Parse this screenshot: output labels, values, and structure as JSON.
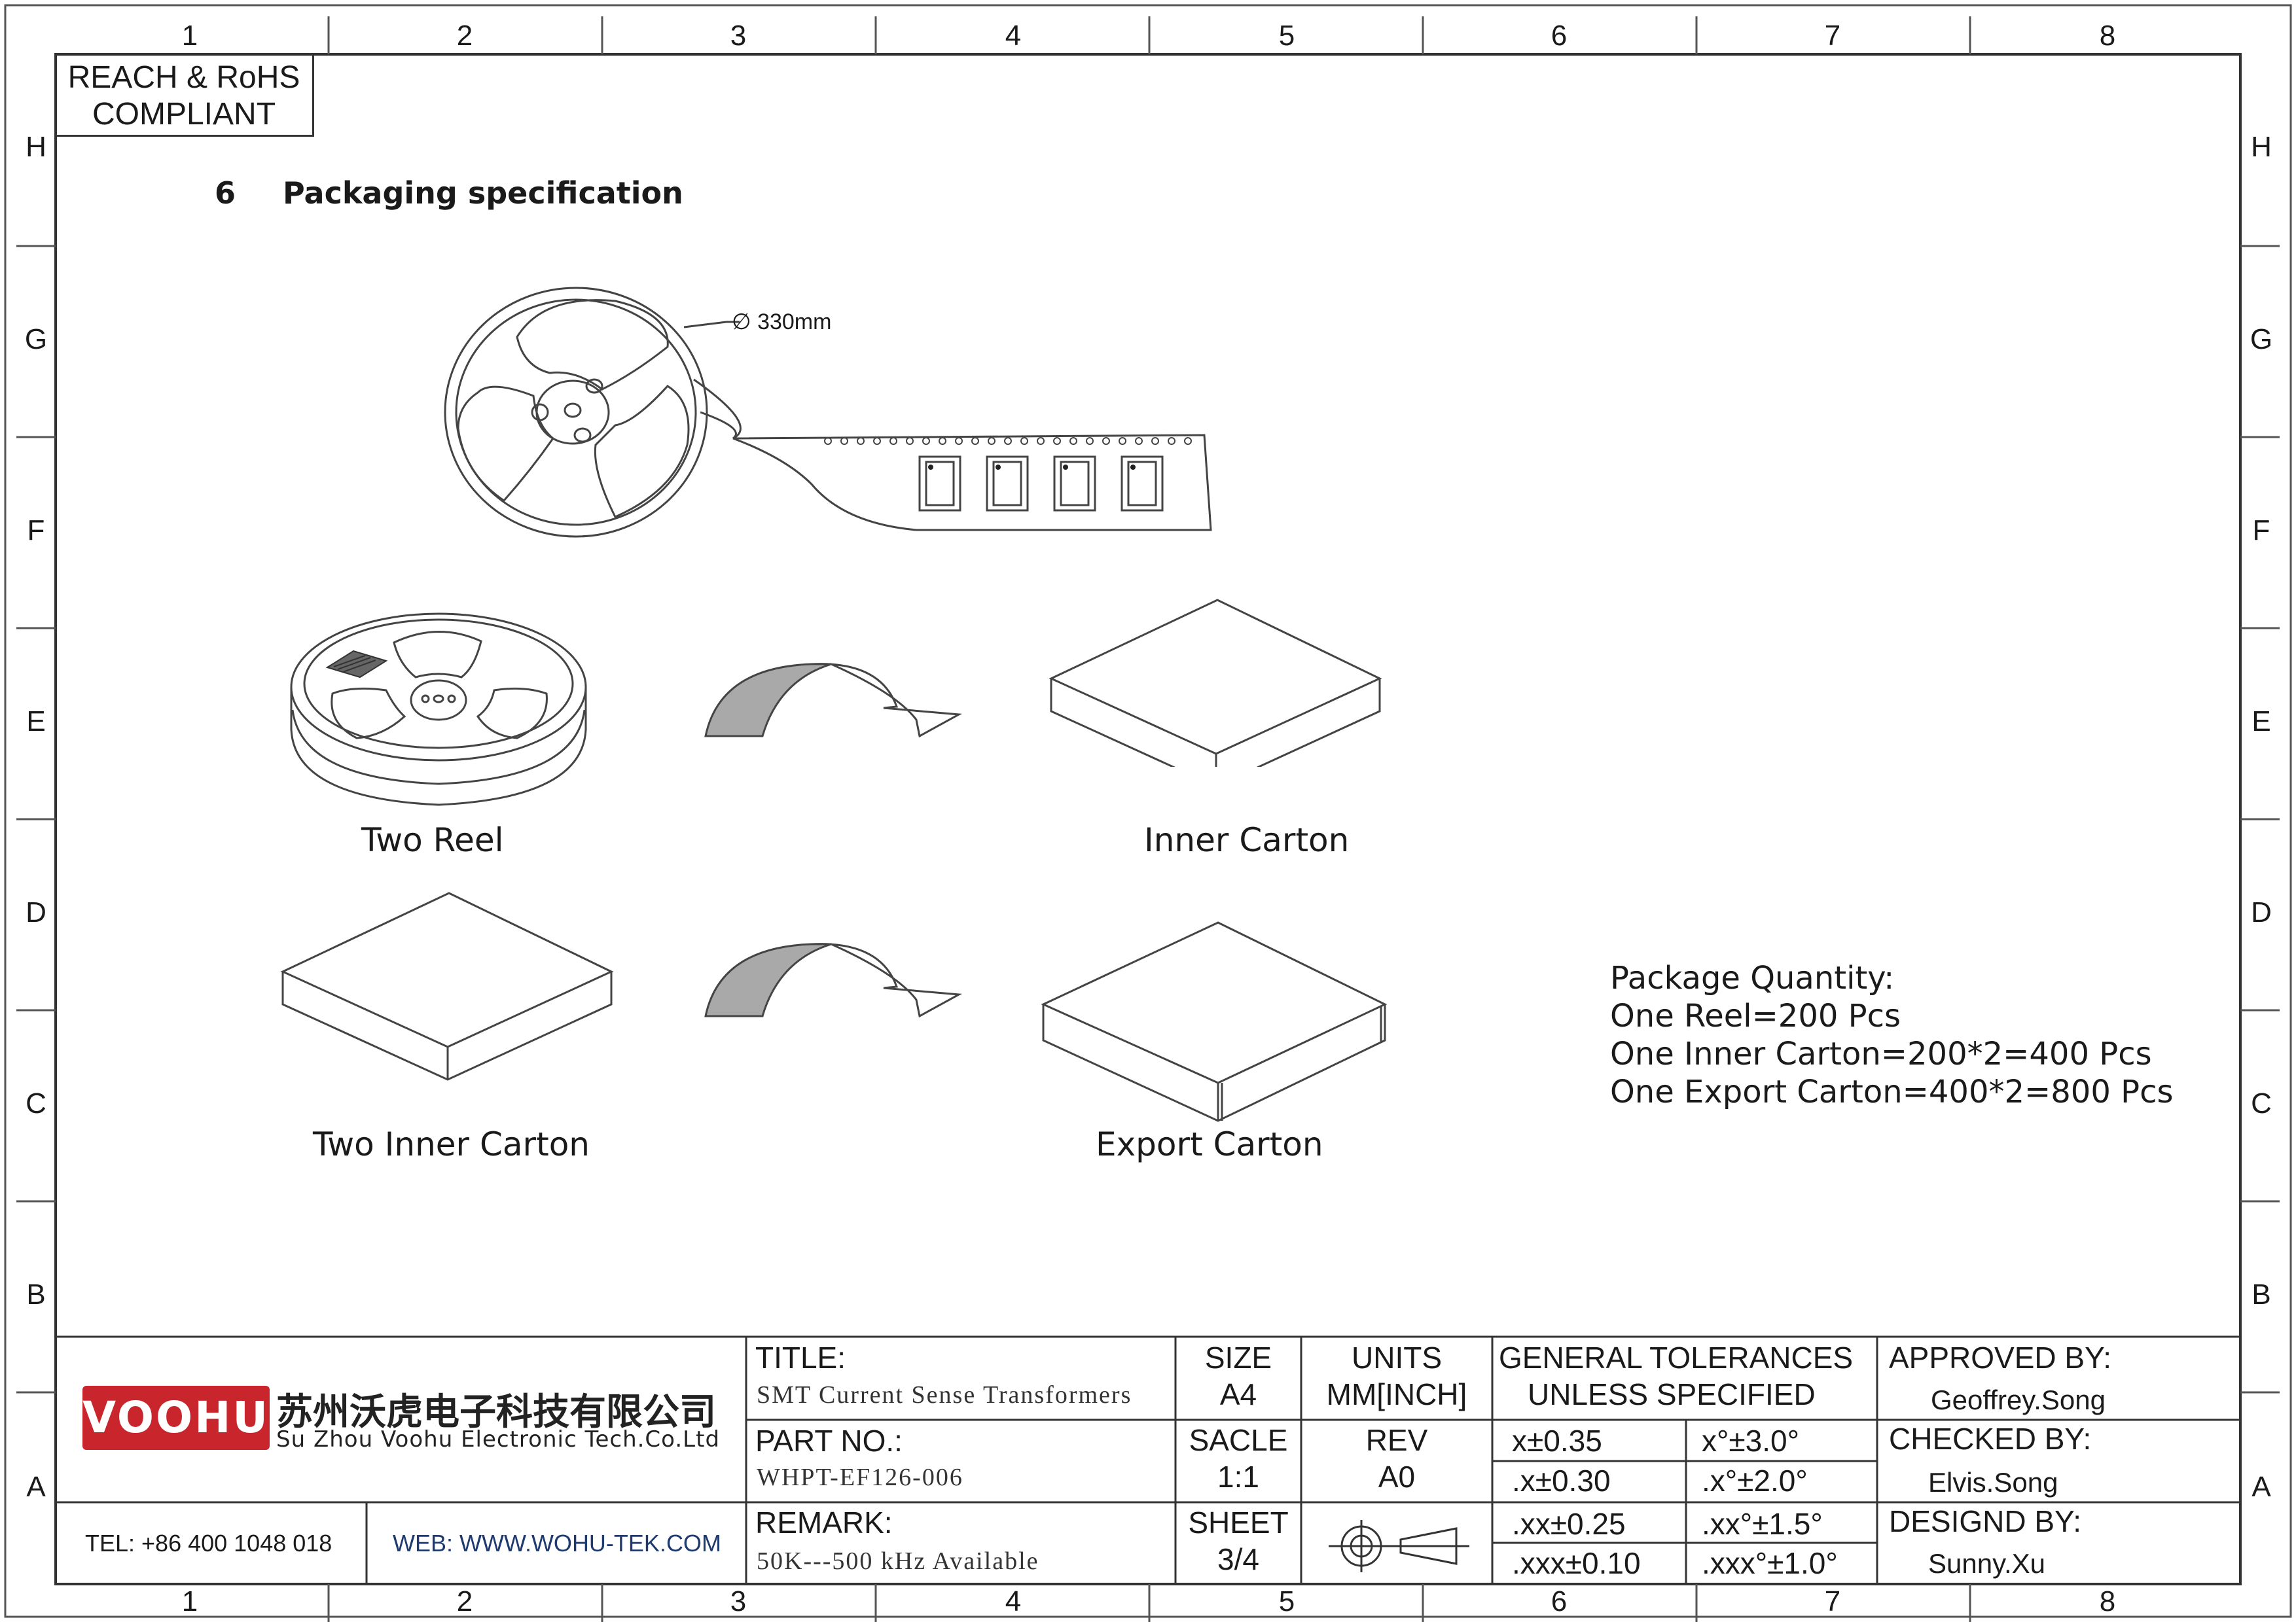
{
  "frame": {
    "columns": [
      "1",
      "2",
      "3",
      "4",
      "5",
      "6",
      "7",
      "8"
    ],
    "rows": [
      "H",
      "G",
      "F",
      "E",
      "D",
      "C",
      "B",
      "A"
    ]
  },
  "compliance": {
    "line1": "REACH & RoHS",
    "line2": "COMPLIANT"
  },
  "section": {
    "number": "6",
    "title": "Packaging specification"
  },
  "reel": {
    "diameter_label": "330mm",
    "diameter_symbol": "∅"
  },
  "captions": {
    "two_reel": "Two  Reel",
    "inner_carton": "Inner Carton",
    "two_inner_carton": "Two Inner Carton",
    "export_carton": "Export Carton"
  },
  "package_quantity": {
    "heading": "Package Quantity:",
    "lines": [
      "One Reel=200 Pcs",
      "One Inner Carton=200*2=400 Pcs",
      "One Export Carton=400*2=800 Pcs"
    ]
  },
  "title_block": {
    "logo_text": "VOOHU",
    "company_cn": "苏州沃虎电子科技有限公司",
    "company_en": "Su Zhou Voohu Electronic Tech.Co.Ltd",
    "tel": "TEL: +86 400 1048 018",
    "web": "WEB: WWW.WOHU-TEK.COM",
    "title_label": "TITLE:",
    "title_value": "SMT Current Sense Transformers",
    "part_label": "PART NO.:",
    "part_value": "WHPT-EF126-006",
    "remark_label": "REMARK:",
    "remark_value": "50K---500 kHz Available",
    "size_label": "SIZE",
    "size_value": "A4",
    "scale_label": "SACLE",
    "scale_value": "1:1",
    "sheet_label": "SHEET",
    "sheet_value": "3/4",
    "units_label": "UNITS",
    "units_value": "MM[INCH]",
    "rev_label": "REV",
    "rev_value": "A0",
    "tol_title1": "GENERAL TOLERANCES",
    "tol_title2": "UNLESS SPECIFIED",
    "tolerances": [
      [
        "x±0.35",
        "x°±3.0°"
      ],
      [
        ".x±0.30",
        ".x°±2.0°"
      ],
      [
        ".xx±0.25",
        ".xx°±1.5°"
      ],
      [
        ".xxx±0.10",
        ".xxx°±1.0°"
      ]
    ],
    "approved_label": "APPROVED BY:",
    "approved_value": "Geoffrey.Song",
    "checked_label": "CHECKED BY:",
    "checked_value": "Elvis.Song",
    "designed_label": "DESIGND BY:",
    "designed_value": "Sunny.Xu"
  },
  "colors": {
    "logo_red": "#c8262c",
    "web_blue": "#1f3a6e",
    "arrow_fill": "#a9a9a9"
  }
}
